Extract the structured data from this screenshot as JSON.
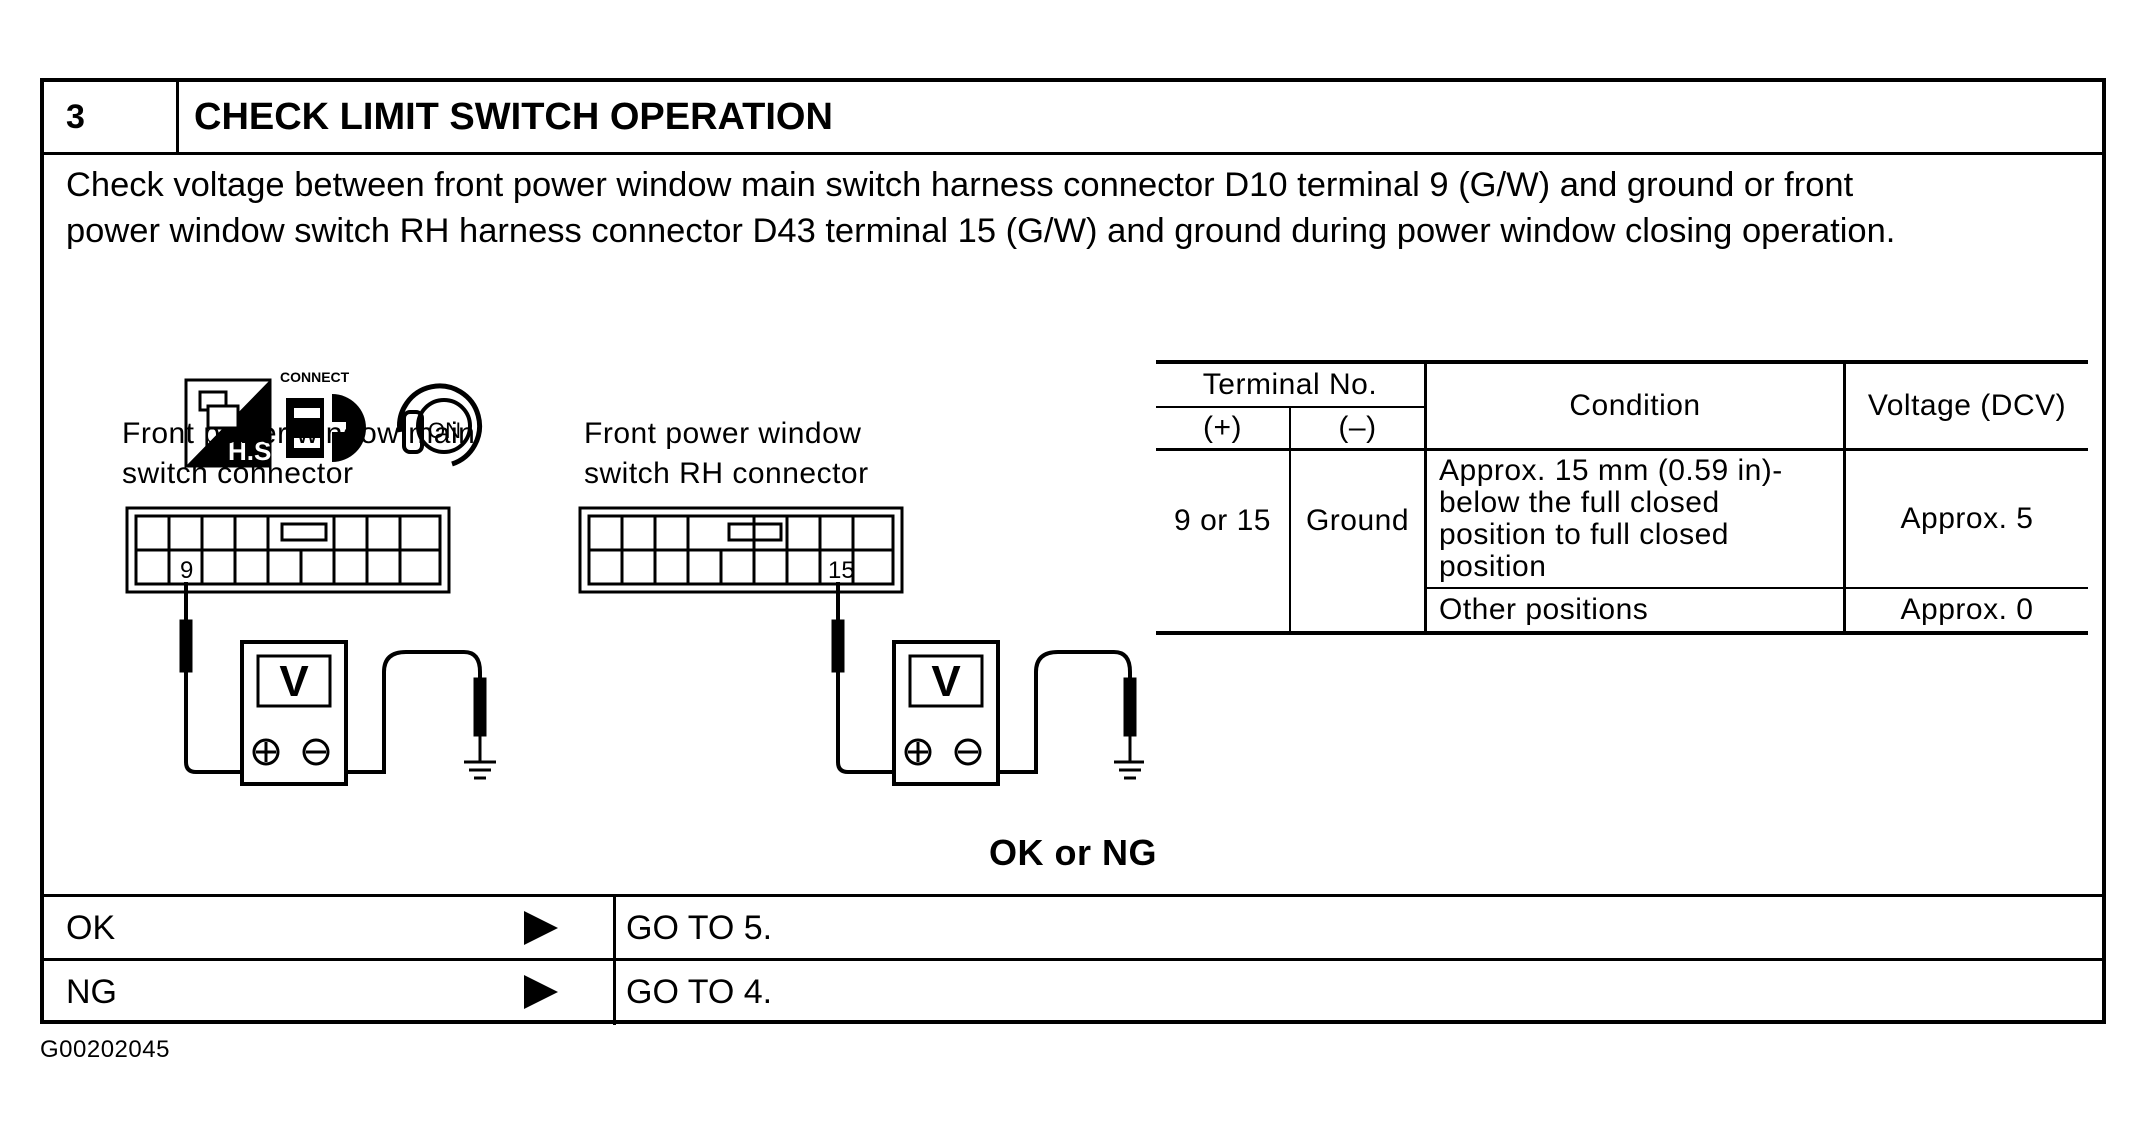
{
  "step": {
    "number": "3",
    "title": "CHECK LIMIT SWITCH OPERATION",
    "description_line1": "Check voltage between front power window main switch harness connector D10 terminal 9 (G/W) and ground or front",
    "description_line2": "power window switch RH harness connector D43 terminal 15 (G/W) and ground during power window closing operation."
  },
  "icons": {
    "hs_label": "H.S.",
    "connect_label": "CONNECT",
    "on_label": "ON"
  },
  "connectors": {
    "main_switch_line1": "Front power window main",
    "main_switch_line2": "switch connector",
    "main_terminal": "9",
    "rh_switch_line1": "Front power window",
    "rh_switch_line2": "switch RH connector",
    "rh_terminal": "15",
    "meter_label": "V"
  },
  "table": {
    "header_terminal": "Terminal No.",
    "header_plus": "(+)",
    "header_minus": "(–)",
    "header_condition": "Condition",
    "header_voltage": "Voltage (DCV)",
    "plus_value": "9 or 15",
    "minus_value": "Ground",
    "condition1_line1": "Approx. 15 mm (0.59 in)-",
    "condition1_line2": "below the full closed",
    "condition1_line3": "position to full closed",
    "condition1_line4": "position",
    "voltage1": "Approx. 5",
    "condition2": "Other positions",
    "voltage2": "Approx. 0"
  },
  "result": {
    "heading": "OK or NG",
    "ok_label": "OK",
    "ok_action": "GO TO 5.",
    "ng_label": "NG",
    "ng_action": "GO TO 4."
  },
  "figure_code": "G00202045"
}
